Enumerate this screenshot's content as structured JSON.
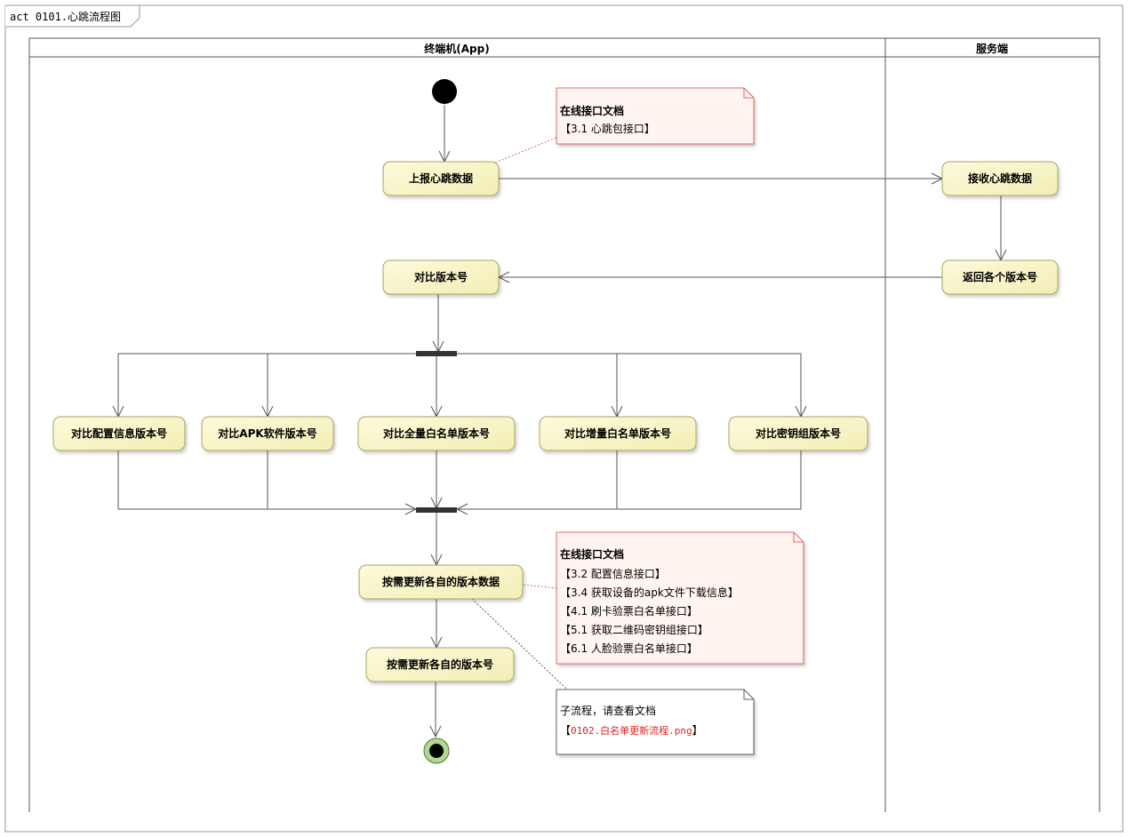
{
  "frame": {
    "title": "act 0101.心跳流程图"
  },
  "lanes": {
    "app": "终端机(App)",
    "server": "服务端"
  },
  "nodes": {
    "report_heartbeat": "上报心跳数据",
    "receive_heartbeat": "接收心跳数据",
    "return_versions": "返回各个版本号",
    "compare_versions": "对比版本号",
    "cmp_config": "对比配置信息版本号",
    "cmp_apk": "对比APK软件版本号",
    "cmp_full_whitelist": "对比全量白名单版本号",
    "cmp_incr_whitelist": "对比增量白名单版本号",
    "cmp_keygroup": "对比密钥组版本号",
    "update_data": "按需更新各自的版本数据",
    "update_version": "按需更新各自的版本号"
  },
  "notes": {
    "note1": {
      "title": "在线接口文档",
      "lines": [
        "【3.1 心跳包接口】"
      ]
    },
    "note2": {
      "title": "在线接口文档",
      "lines": [
        "【3.2 配置信息接口】",
        "【3.4 获取设备的apk文件下载信息】",
        "【4.1 刷卡验票白名单接口】",
        "【5.1 获取二维码密钥组接口】",
        "【6.1 人脸验票白名单接口】"
      ]
    },
    "note3": {
      "line1": "子流程，请查看文档",
      "line2_open": "【",
      "line2_link": "0102.白名单更新流程.png",
      "line2_close": "】"
    }
  },
  "colors": {
    "activity_fill": "#FBF9D6",
    "activity_stroke": "#A8A460",
    "note_red_fill": "#FFF4F0",
    "note_red_stroke": "#E04040",
    "link_red": "#E02020",
    "end_fill": "#B0D890"
  }
}
